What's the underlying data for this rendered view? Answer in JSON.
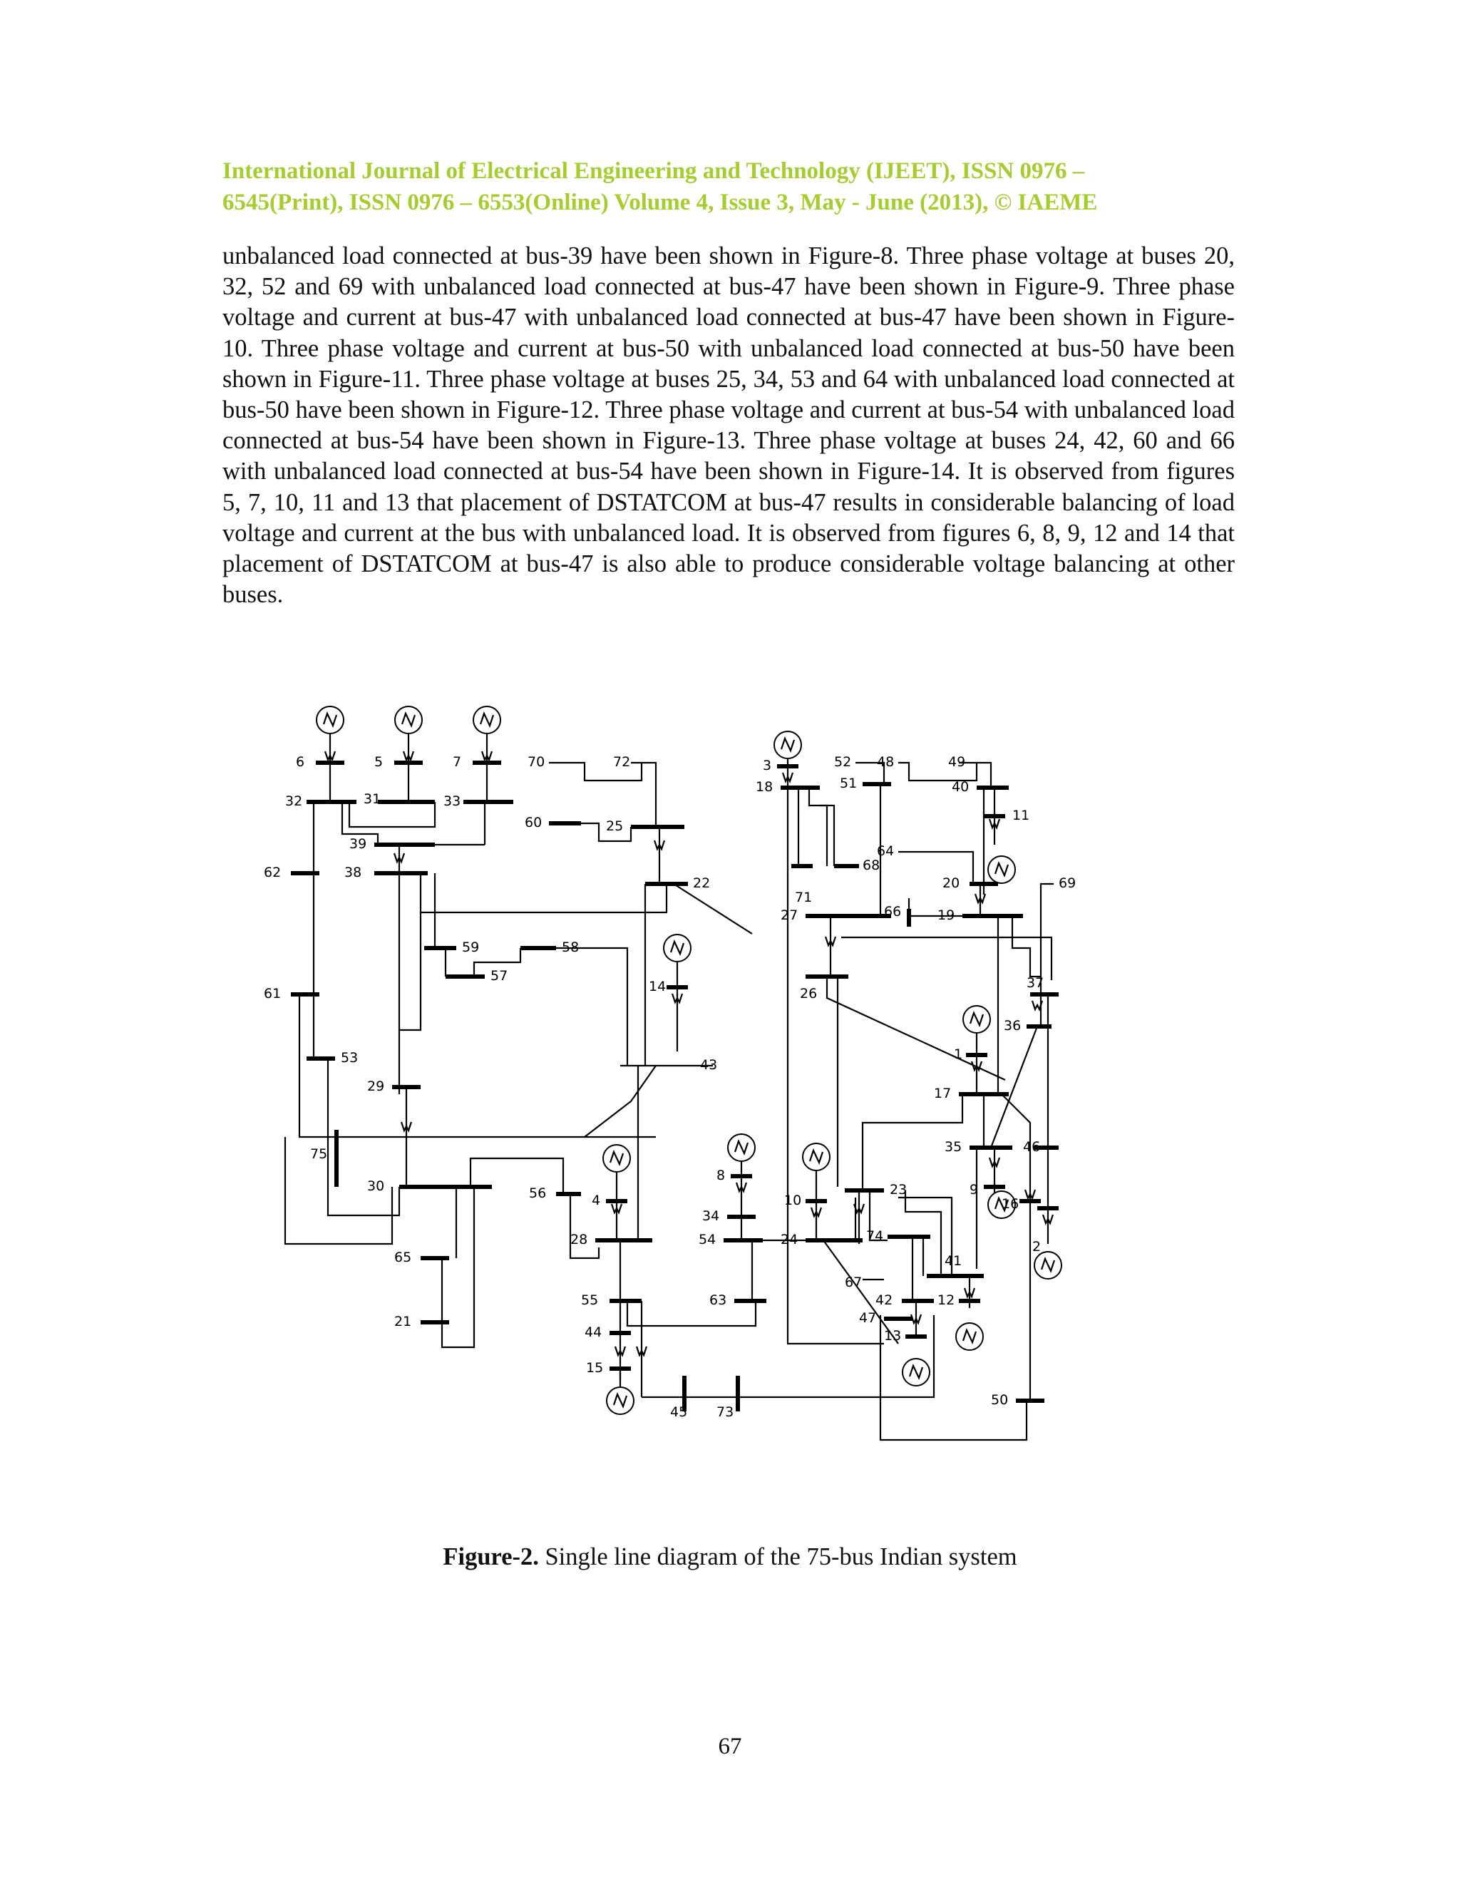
{
  "header": {
    "line1": "International Journal of Electrical Engineering and Technology (IJEET), ISSN 0976 –",
    "line2": "6545(Print), ISSN 0976 – 6553(Online) Volume 4, Issue 3, May - June (2013), © IAEME"
  },
  "body": {
    "paragraph": "unbalanced load connected at bus-39 have been shown in Figure-8. Three phase voltage at buses 20, 32, 52 and 69 with unbalanced load connected at bus-47 have been shown in Figure-9. Three phase voltage and current at bus-47 with unbalanced load connected at bus-47 have been shown in Figure-10. Three phase voltage and current at bus-50 with unbalanced load connected at bus-50 have been shown in Figure-11. Three phase voltage at buses 25, 34, 53 and 64 with unbalanced load connected at bus-50 have been shown in Figure-12. Three phase voltage and current at bus-54 with unbalanced load connected at bus-54 have been shown in Figure-13. Three phase voltage at buses 24, 42, 60 and 66 with unbalanced load connected at bus-54 have been shown in Figure-14. It is observed from figures 5, 7, 10, 11 and 13 that placement of DSTATCOM at bus-47 results in considerable balancing of load voltage and current at the bus with unbalanced load. It is observed from figures 6, 8, 9, 12 and 14 that placement of DSTATCOM at bus-47 is also able to produce considerable voltage balancing at other buses."
  },
  "figure": {
    "caption_label": "Figure-2.",
    "caption_text": " Single line diagram of the 75-bus Indian system",
    "bus_labels": {
      "b6": "6",
      "b5": "5",
      "b7": "7",
      "b70": "70",
      "b72": "72",
      "b52": "52",
      "b48": "48",
      "b49": "49",
      "b3": "3",
      "b32": "32",
      "b31": "31",
      "b33": "33",
      "b18": "18",
      "b51": "51",
      "b40": "40",
      "b60": "60",
      "b25": "25",
      "b39": "39",
      "b11": "11",
      "b62": "62",
      "b38": "38",
      "b68": "68",
      "b64": "64",
      "b71": "71",
      "b22": "22",
      "b27": "27",
      "b20": "20",
      "b66": "66",
      "b69": "69",
      "b19": "19",
      "b59": "59",
      "b58": "58",
      "b26": "26",
      "b37": "37",
      "b61": "61",
      "b14": "14",
      "b57": "57",
      "b36": "36",
      "b43": "43",
      "b1": "1",
      "b53": "53",
      "b29": "29",
      "b17": "17",
      "b75": "75",
      "b56": "56",
      "b8": "8",
      "b4": "4",
      "b10": "10",
      "b23": "23",
      "b35": "35",
      "b46": "46",
      "b30": "30",
      "b34": "34",
      "b28": "28",
      "b54": "54",
      "b24": "24",
      "b74": "74",
      "b9": "9",
      "b16": "16",
      "b65": "65",
      "b67": "67",
      "b41": "41",
      "b55": "55",
      "b63": "63",
      "b47": "47",
      "b2": "2",
      "b21": "21",
      "b44": "44",
      "b42": "42",
      "b12": "12",
      "b15": "15",
      "b13": "13",
      "b45": "45",
      "b73": "73",
      "b50": "50"
    }
  },
  "footer": {
    "page_number": "67"
  }
}
